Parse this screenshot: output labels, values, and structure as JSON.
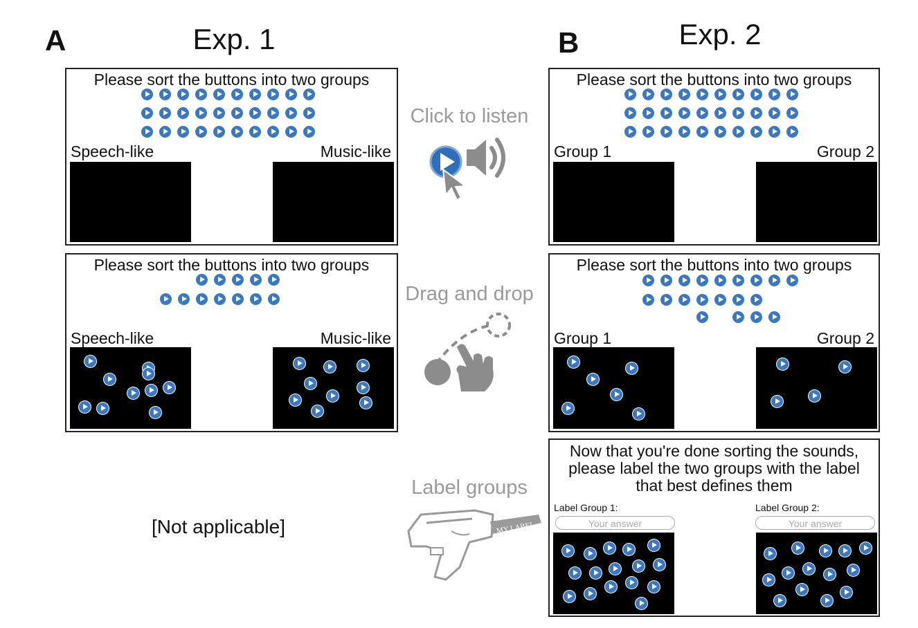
{
  "panels": {
    "a": {
      "letter": "A",
      "title": "Exp. 1"
    },
    "b": {
      "letter": "B",
      "title": "Exp. 2"
    }
  },
  "sort_prompt": "Please sort the buttons into two groups",
  "exp1_groups": {
    "left": "Speech-like",
    "right": "Music-like"
  },
  "exp2_groups": {
    "left": "Group 1",
    "right": "Group 2"
  },
  "steps": {
    "listen": "Click to listen",
    "drag": "Drag and drop",
    "label": "Label groups"
  },
  "not_applicable": "[Not applicable]",
  "label_prompt": {
    "line1": "Now that you're done sorting the sounds,",
    "line2": "please label the two groups with the label",
    "line3": "that best defines them"
  },
  "label_fields": {
    "group1_label": "Label Group 1:",
    "group2_label": "Label Group 2:",
    "placeholder": "Your answer"
  },
  "label_gun_text": "MY LABEL",
  "colors": {
    "button": "#3a78c0",
    "caption": "#9a9a9a",
    "icon": "#8c8c8c"
  }
}
